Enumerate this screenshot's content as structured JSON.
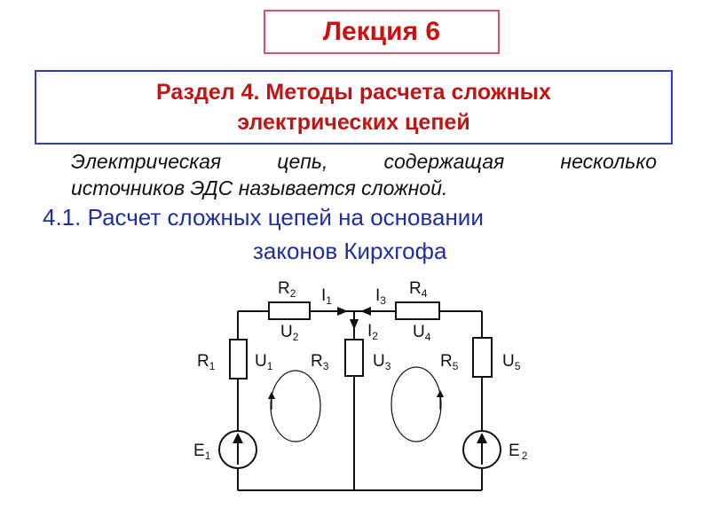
{
  "title": "Лекция 6",
  "section": {
    "line1": "Раздел 4. Методы расчета сложных",
    "line2": "электрических цепей"
  },
  "description": {
    "line1": "Электрическая цепь, содержащая несколько",
    "line2": "источников ЭДС называется сложной."
  },
  "subheading": {
    "line1": "4.1. Расчет сложных цепей на основании",
    "line2": "законов Кирхгофа"
  },
  "circuit": {
    "labels": {
      "R2": {
        "main": "R",
        "sub": "2"
      },
      "R4": {
        "main": "R",
        "sub": "4"
      },
      "I1": {
        "main": "I",
        "sub": "1"
      },
      "I3": {
        "main": "I",
        "sub": "3"
      },
      "I2": {
        "main": "I",
        "sub": "2"
      },
      "U2": {
        "main": "U",
        "sub": "2"
      },
      "U4": {
        "main": "U",
        "sub": "4"
      },
      "R1": {
        "main": "R",
        "sub": "1"
      },
      "U1": {
        "main": "U",
        "sub": "1"
      },
      "R3": {
        "main": "R",
        "sub": "3"
      },
      "U3": {
        "main": "U",
        "sub": "3"
      },
      "R5": {
        "main": "R",
        "sub": "5"
      },
      "U5": {
        "main": "U",
        "sub": "5"
      },
      "E1": {
        "main": "E",
        "sub": "1"
      },
      "E2": {
        "main": "E",
        "sub": "2"
      }
    }
  }
}
